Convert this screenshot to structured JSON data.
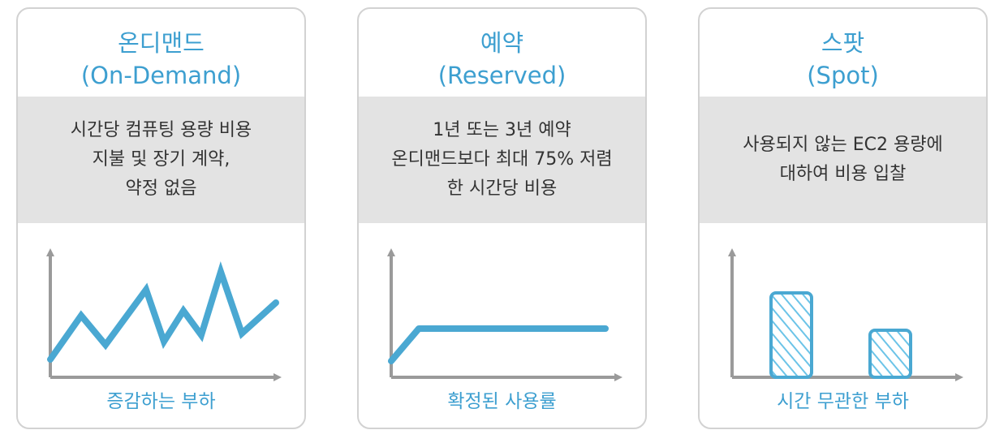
{
  "panels": [
    {
      "title": "온디맨드",
      "subtitle": "(On-Demand)",
      "description": [
        "시간당 컴퓨팅 용량 비용",
        "지불 및 장기 계약,",
        "약정 없음"
      ],
      "caption": "증감하는 부하",
      "icon": "fluctuating-line-chart"
    },
    {
      "title": "예약",
      "subtitle": "(Reserved)",
      "description": [
        "1년 또는 3년 예약",
        "온디맨드보다 최대 75% 저렴",
        "한 시간당 비용"
      ],
      "caption": "확정된 사용률",
      "icon": "flat-line-chart"
    },
    {
      "title": "스팟",
      "subtitle": "(Spot)",
      "description": [
        "사용되지 않는 EC2 용량에",
        "대하여 비용 입찰"
      ],
      "caption": "시간 무관한 부하",
      "icon": "hatched-bar-chart"
    }
  ],
  "colors": {
    "accent": "#3d9fd0",
    "accent_light": "#6cc4e8",
    "band": "#e3e3e3",
    "border": "#d2d2d2",
    "axis": "#9a9a9a",
    "text": "#333333"
  }
}
